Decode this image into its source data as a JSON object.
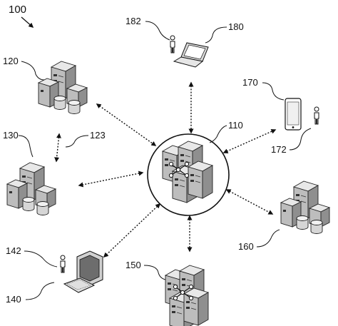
{
  "figure_label": "100",
  "refs": {
    "hub": "110",
    "server_cluster_top": "120",
    "link_120_130": "123",
    "server_cluster_mid": "130",
    "user_device_top_text": "140",
    "user_person": "142",
    "mini_hub": "150",
    "server_cluster_right": "160",
    "phone": "170",
    "phone_user": "172",
    "laptop": "180",
    "laptop_user": "182"
  },
  "icons": {
    "hub": "neural-network-server-icon",
    "server": "server-cluster-icon",
    "desktop": "desktop-computer-icon",
    "laptop": "laptop-icon",
    "phone": "smartphone-icon",
    "person": "person-icon"
  }
}
